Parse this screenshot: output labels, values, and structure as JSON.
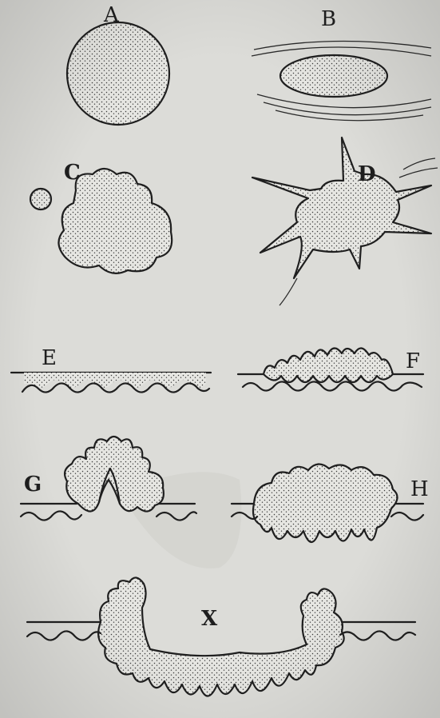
{
  "figure": {
    "labels": {
      "a": "A",
      "b": "B",
      "c": "C",
      "d": "D",
      "e": "E",
      "f": "F",
      "g": "G",
      "h": "H",
      "x": "X"
    }
  },
  "colors": {
    "paper": "#dcdcd8",
    "ink": "#1f1f1f"
  }
}
